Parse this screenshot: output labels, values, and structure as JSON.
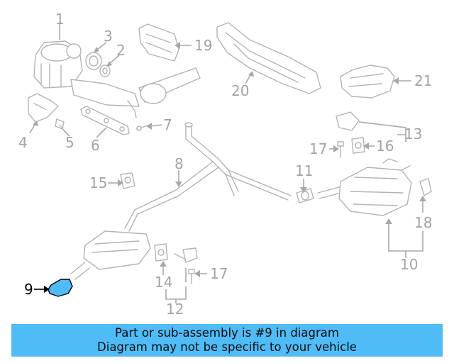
{
  "diagram": {
    "callouts": [
      "1",
      "2",
      "3",
      "4",
      "5",
      "6",
      "7",
      "8",
      "9",
      "10",
      "11",
      "12",
      "13",
      "14",
      "15",
      "16",
      "17",
      "17",
      "18",
      "19",
      "20",
      "21"
    ],
    "highlight_color": "#4fbcf7"
  },
  "banner": {
    "line1": "Part or sub-assembly is #9 in diagram",
    "line2": "Diagram may not be specific to your vehicle",
    "color": "#4fbcf7"
  }
}
